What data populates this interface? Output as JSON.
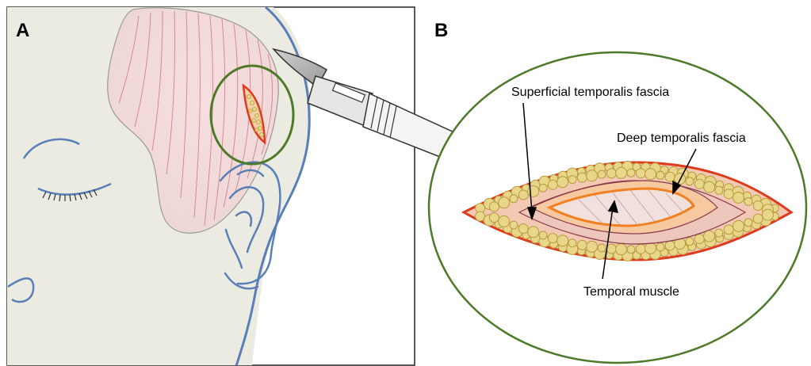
{
  "panels": {
    "a": {
      "letter": "A"
    },
    "b": {
      "letter": "B"
    }
  },
  "labels": {
    "superficial_fascia": "Superficial temporalis fascia",
    "deep_fascia": "Deep temporalis fascia",
    "temporal_muscle": "Temporal muscle"
  },
  "colors": {
    "face_skin": "#ecebe2",
    "muscle_fill": "#f2dcdc",
    "muscle_lines": "#c9707a",
    "outline_blue": "#5a7fb8",
    "circle_green": "#4d7a28",
    "incision_red": "#e03a1e",
    "fat_yellow": "#e8d78a",
    "fascia_peach": "#f6c9a0",
    "fascia_orange": "#f08020"
  }
}
